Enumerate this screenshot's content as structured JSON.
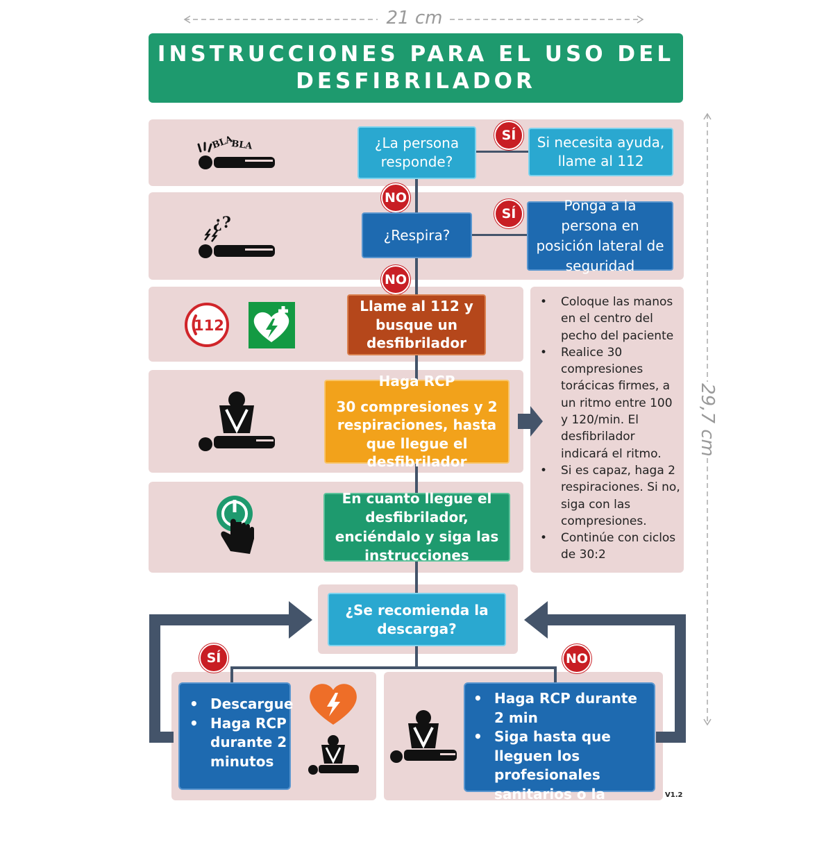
{
  "dimensions": {
    "width_label": "21 cm",
    "height_label": "29,7 cm"
  },
  "title": {
    "line1": "INSTRUCCIONES PARA EL USO DEL",
    "line2": "DESFIBRILADOR"
  },
  "steps": {
    "responde": {
      "question": "¿La persona responde?",
      "yes_badge": "SÍ",
      "yes_action": "Si necesita ayuda, llame al 112",
      "no_badge": "NO",
      "icon_text_1": "BLA",
      "icon_text_2": "BLA"
    },
    "respira": {
      "question": "¿Respira?",
      "yes_badge": "SÍ",
      "yes_action": "Ponga a la persona en posición lateral de seguridad",
      "no_badge": "NO",
      "icon_text": "¿?"
    },
    "llame": {
      "text_line1": "Llame al 112 y",
      "text_line2": "busque un",
      "text_line3": "desfibrilador",
      "emergency_number": "112"
    },
    "rcp": {
      "heading": "Haga RCP",
      "text": "30 compresiones y 2 respiraciones, hasta que llegue el desfibrilador"
    },
    "encender": {
      "text": "En cuanto llegue el desfibrilador, enciéndalo y siga las instrucciones"
    },
    "descarga": {
      "question": "¿Se recomienda la descarga?"
    }
  },
  "side_instructions": [
    "Coloque las manos en el centro del pecho del paciente",
    "Realice 30 compresiones torácicas firmes, a un ritmo entre 100 y 120/min. El desfibrilador indicará el ritmo.",
    "Si es capaz, haga 2 respiraciones. Si no, siga con las compresiones.",
    "Continúe con ciclos de 30:2"
  ],
  "branches": {
    "yes": {
      "badge": "SÍ",
      "items": [
        "Descargue",
        "Haga RCP durante 2 minutos"
      ]
    },
    "no": {
      "badge": "NO",
      "items": [
        "Haga RCP durante 2 min",
        "Siga hasta que lleguen los profesionales sanitarios o la persona respire con normalidad"
      ]
    }
  },
  "version": "V1.2",
  "colors": {
    "title_green": "#1e9a6e",
    "light_blue": "#2aa8d0",
    "dark_blue": "#1e6ab0",
    "rust": "#b5471b",
    "orange": "#f2a21b",
    "green": "#1e9a6e",
    "badge_red": "#c81e24",
    "panel_pink": "#ebd6d6",
    "connector": "#44546a"
  },
  "icons": [
    "talking-person-icon",
    "breathing-person-icon",
    "emergency-112-icon",
    "aed-heart-icon",
    "cpr-icon",
    "power-button-icon",
    "shock-heart-icon",
    "arrow-right-icon"
  ]
}
